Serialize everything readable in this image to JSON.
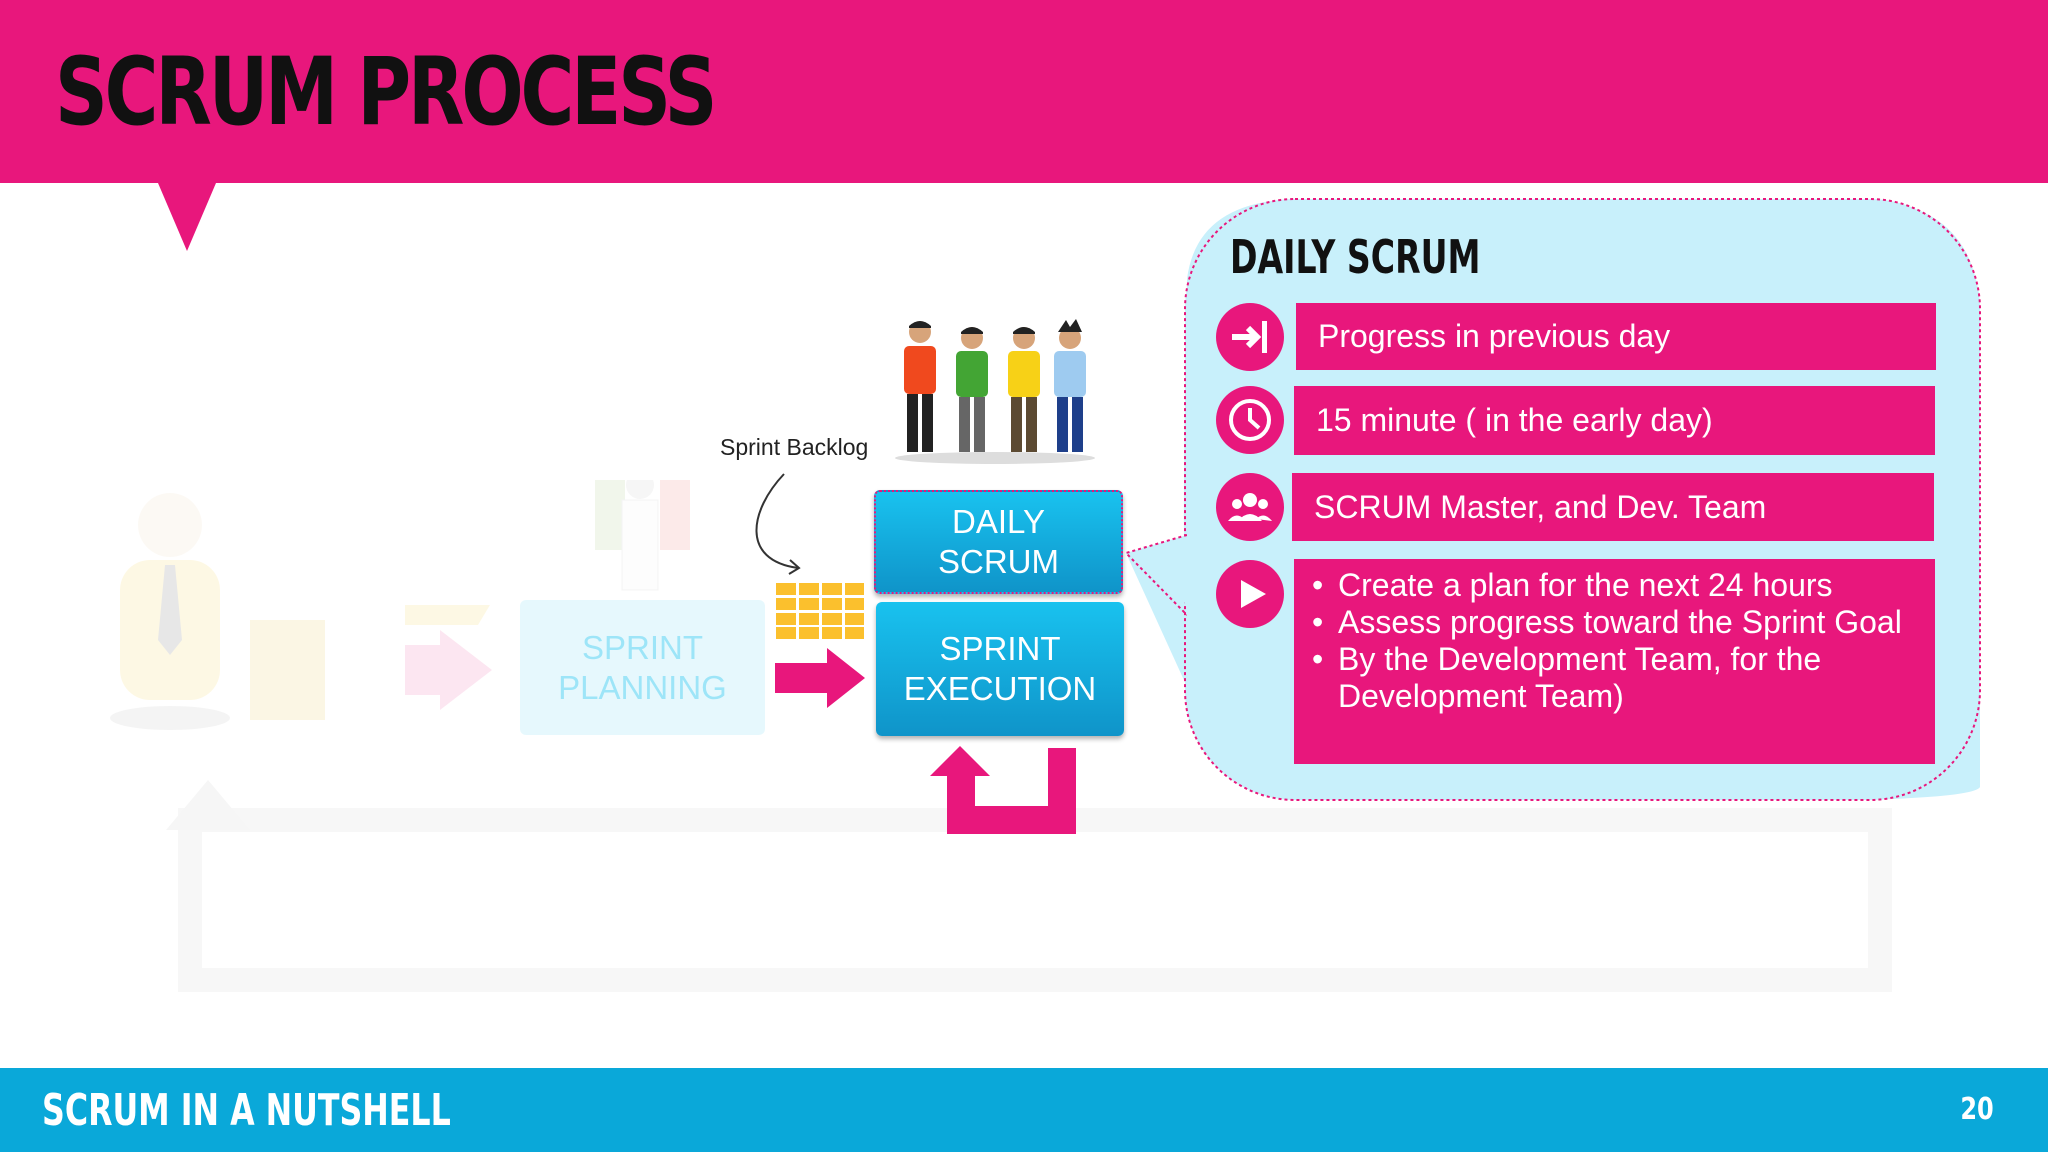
{
  "slide": {
    "title": "SCRUM PROCESS",
    "footer_label": "SCRUM IN A NUTSHELL",
    "page_number": "20"
  },
  "diagram": {
    "sprint_planning": {
      "line1": "SPRINT",
      "line2": "PLANNING"
    },
    "sprint_backlog_label": "Sprint Backlog",
    "daily_scrum": {
      "line1": "DAILY",
      "line2": "SCRUM"
    },
    "sprint_execution": {
      "line1": "SPRINT",
      "line2": "EXECUTION"
    }
  },
  "callout": {
    "title": "DAILY SCRUM",
    "rows": [
      {
        "icon": "arrow-in-icon",
        "text": "Progress in previous day"
      },
      {
        "icon": "clock-icon",
        "text": "15 minute ( in the early day)"
      },
      {
        "icon": "team-icon",
        "text": "SCRUM Master, and Dev. Team"
      }
    ],
    "bullets_icon": "play-icon",
    "bullets": [
      "Create a plan for the next 24 hours",
      "Assess progress toward the Sprint Goal",
      "By the Development Team, for the Development Team)"
    ]
  },
  "colors": {
    "accent_pink": "#e8177c",
    "accent_blue": "#0aa8d9",
    "bubble_fill": "#c8f0fb",
    "backlog_yellow": "#fbc02d"
  }
}
